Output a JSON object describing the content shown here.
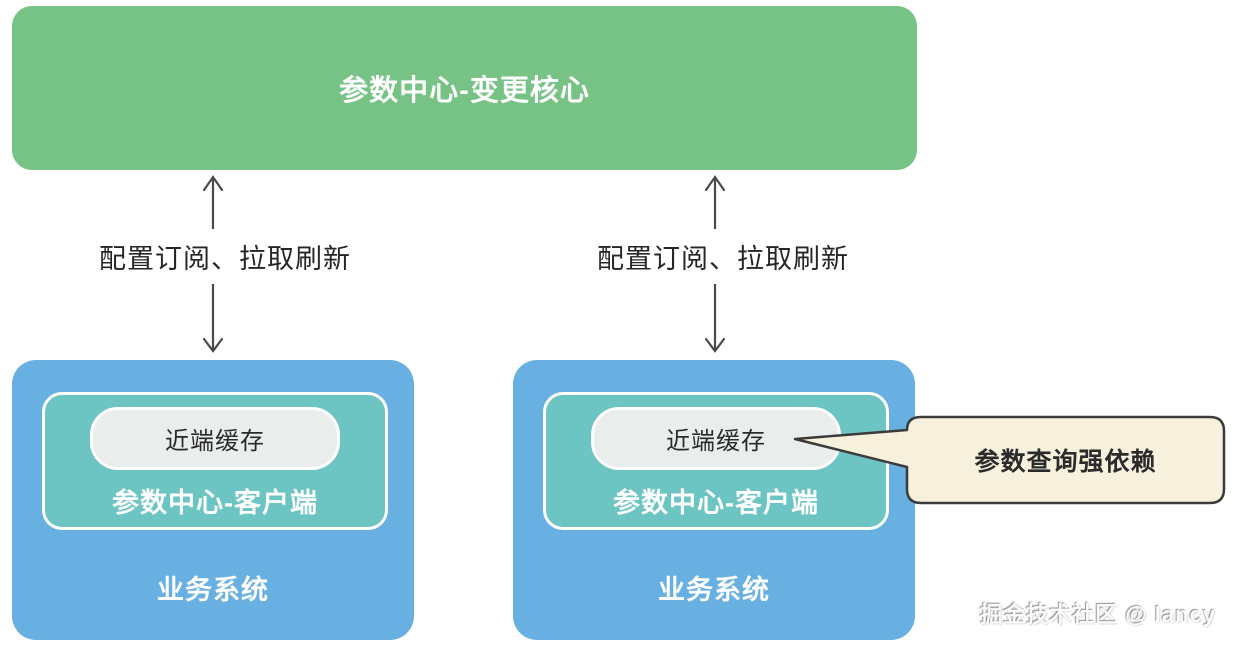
{
  "diagram": {
    "core_box": {
      "label": "参数中心-变更核心"
    },
    "links": [
      {
        "label": "配置订阅、拉取刷新"
      },
      {
        "label": "配置订阅、拉取刷新"
      }
    ],
    "systems": [
      {
        "cache_label": "近端缓存",
        "client_label": "参数中心-客户端",
        "system_label": "业务系统"
      },
      {
        "cache_label": "近端缓存",
        "client_label": "参数中心-客户端",
        "system_label": "业务系统"
      }
    ],
    "callout": {
      "label": "参数查询强依赖"
    },
    "watermark": "掘金技术社区 @ lancy",
    "colors": {
      "core_green": "#76c385",
      "system_blue": "#68b0e1",
      "client_teal": "#6cc5c3",
      "cache_gray": "#e9edec",
      "callout_cream": "#f6f0dc",
      "outline_dark": "#3b3b3b",
      "arrow_gray": "#4a4a4a",
      "text_dark": "#2b2b2b",
      "text_white": "#ffffff"
    }
  }
}
